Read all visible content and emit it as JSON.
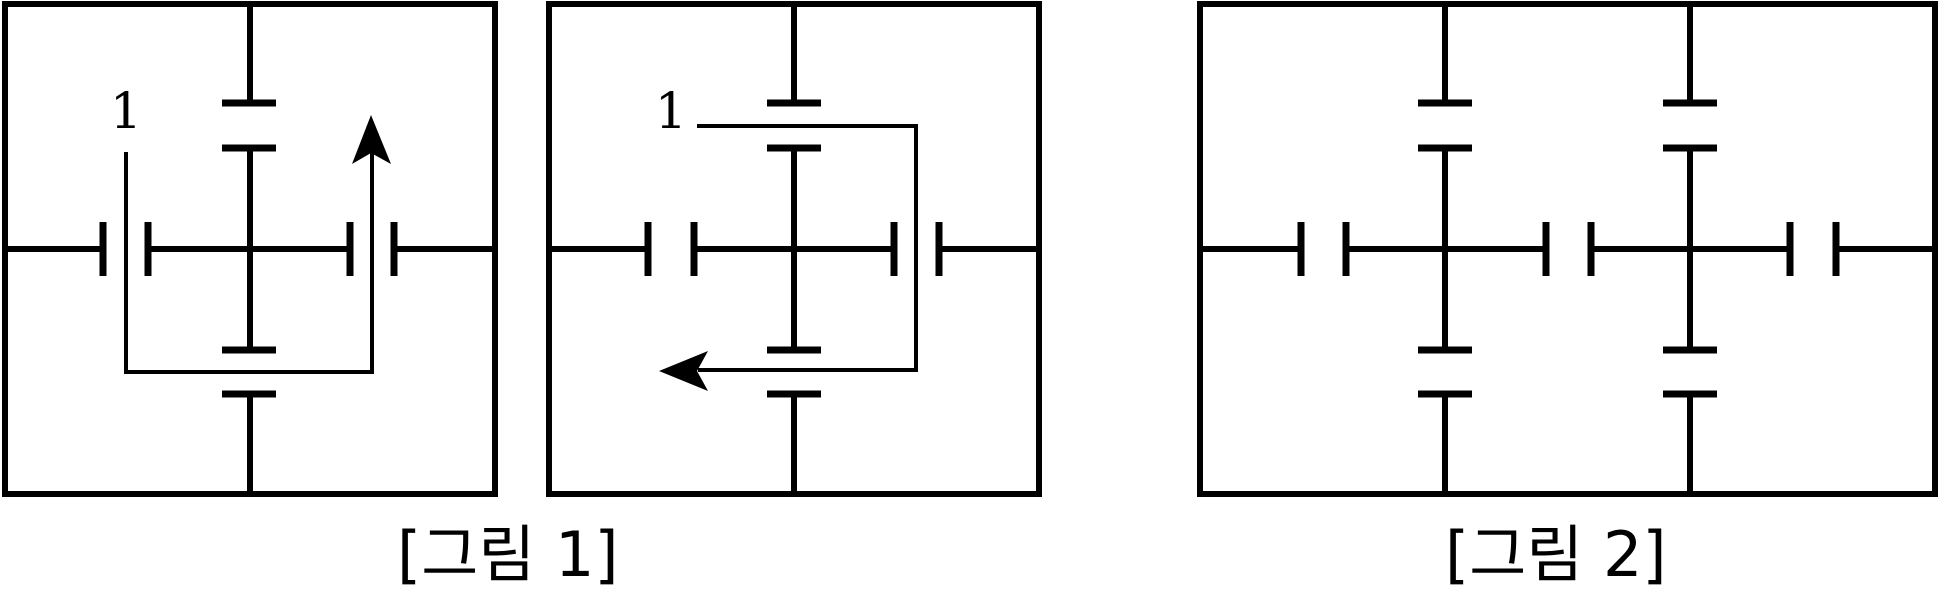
{
  "figure1": {
    "caption": "[그림 1]",
    "left_panel": {
      "path_label": "1"
    },
    "right_panel": {
      "path_label": "1"
    }
  },
  "figure2": {
    "caption": "[그림 2]"
  },
  "colors": {
    "line": "#000000",
    "background": "#ffffff"
  }
}
